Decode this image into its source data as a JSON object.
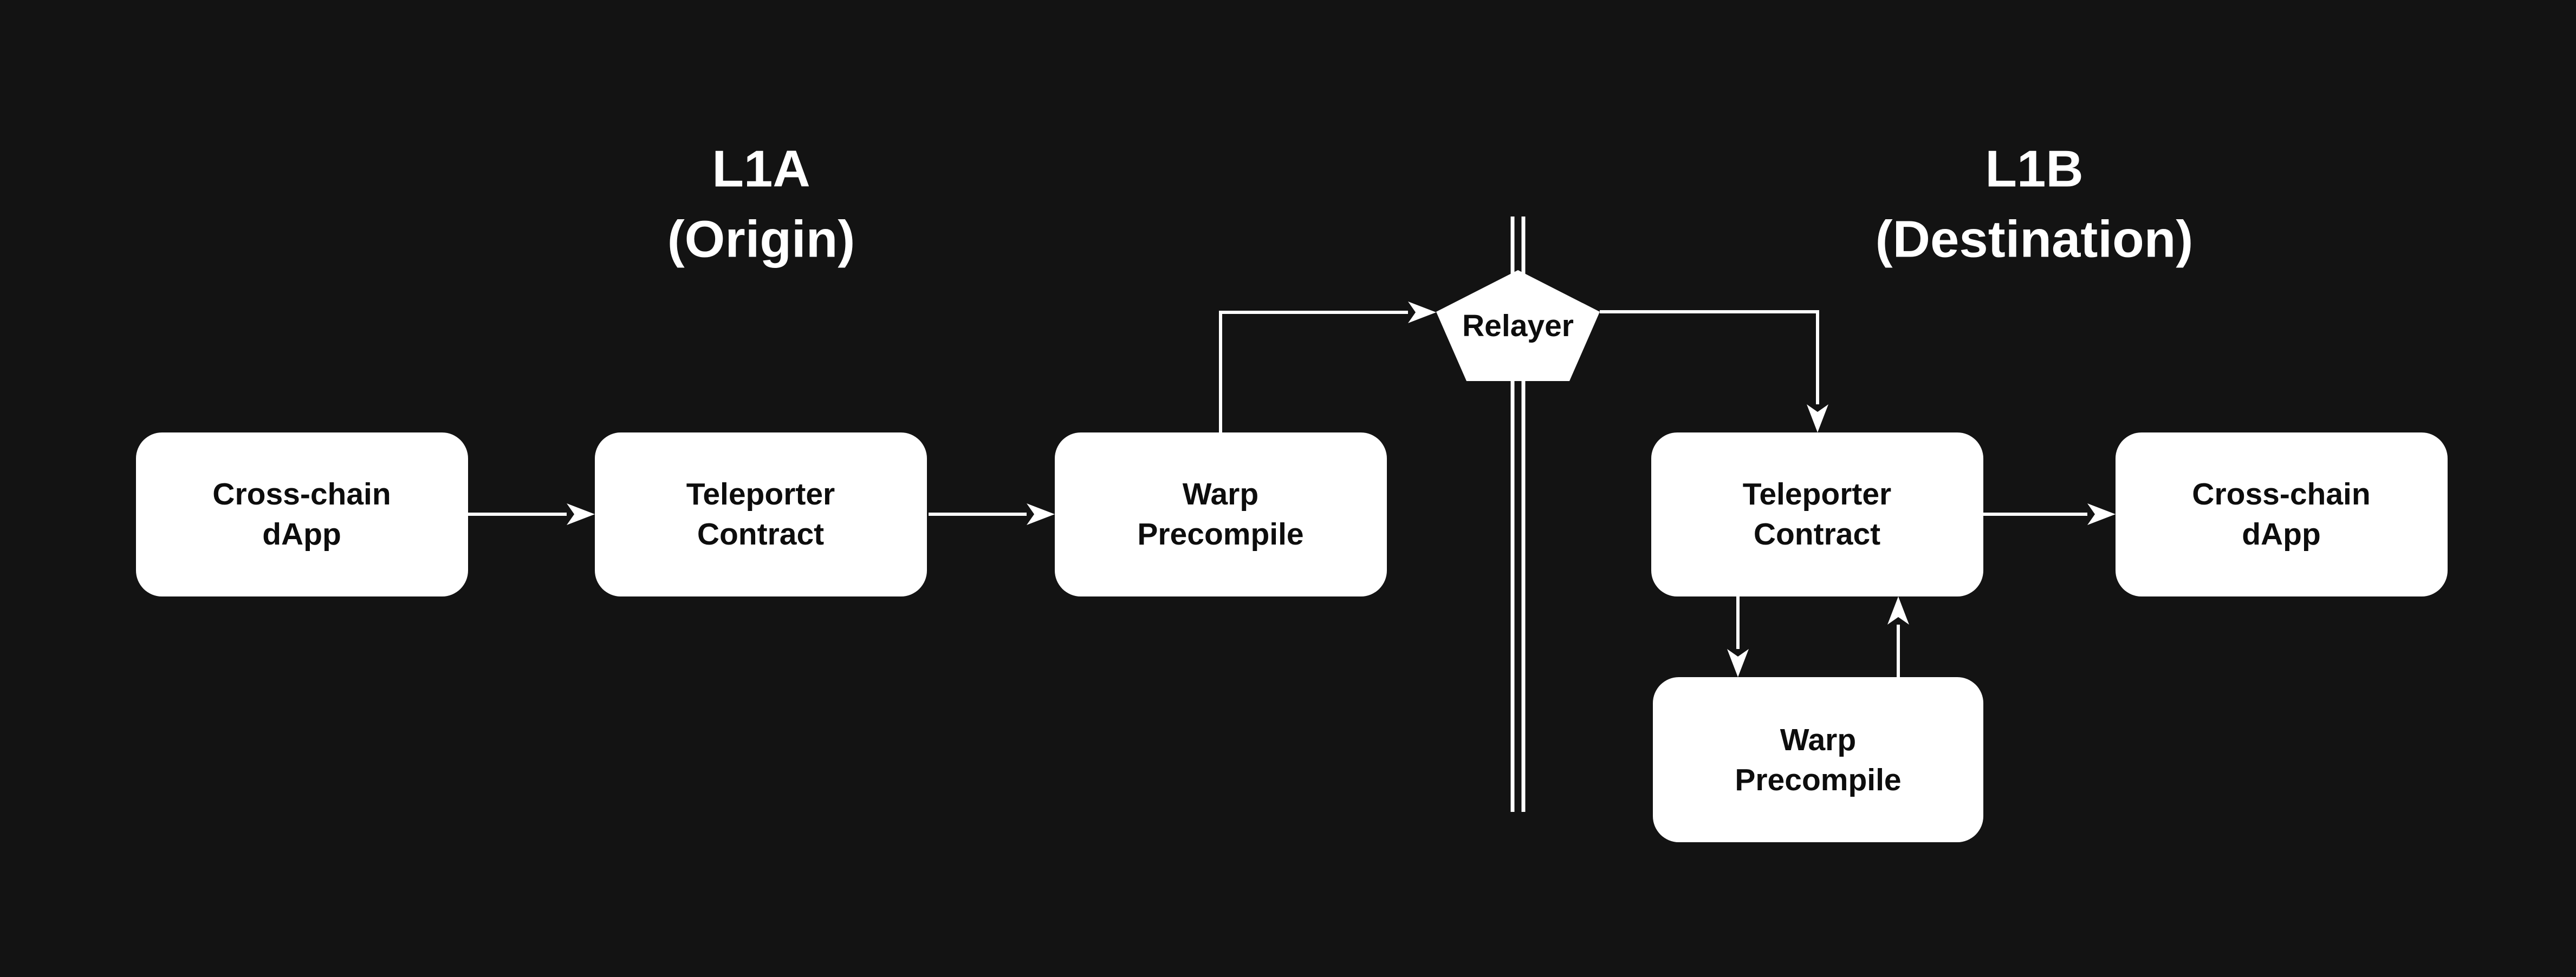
{
  "diagram": {
    "titles": {
      "origin": {
        "line1": "L1A",
        "line2": "(Origin)"
      },
      "destination": {
        "line1": "L1B",
        "line2": "(Destination)"
      }
    },
    "nodes": {
      "origin_dapp": {
        "line1": "Cross-chain",
        "line2": "dApp"
      },
      "origin_teleporter": {
        "line1": "Teleporter",
        "line2": "Contract"
      },
      "origin_warp": {
        "line1": "Warp",
        "line2": "Precompile"
      },
      "relayer": {
        "label": "Relayer"
      },
      "dest_teleporter": {
        "line1": "Teleporter",
        "line2": "Contract"
      },
      "dest_dapp": {
        "line1": "Cross-chain",
        "line2": "dApp"
      },
      "dest_warp": {
        "line1": "Warp",
        "line2": "Precompile"
      }
    },
    "colors": {
      "background": "#131313",
      "node_fill": "#ffffff",
      "node_text": "#0d0d0d",
      "connector": "#ffffff",
      "title_text": "#ffffff"
    }
  }
}
